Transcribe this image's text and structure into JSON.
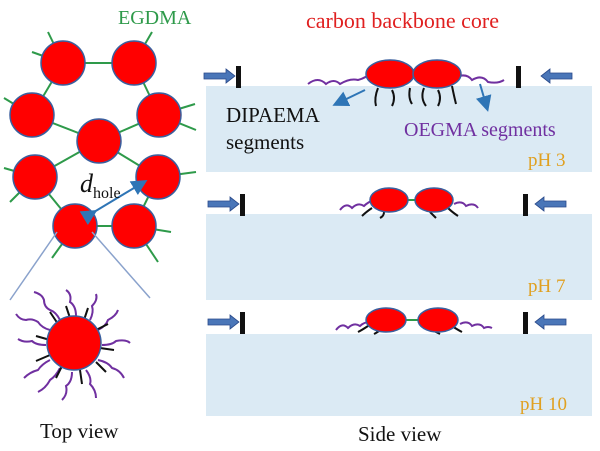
{
  "labels": {
    "egdma": "EGDMA",
    "carbon_core": "carbon backbone core",
    "dipaema_line1": "DIPAEMA",
    "dipaema_line2": "segments",
    "oegma": "OEGMA segments",
    "d_symbol": "d",
    "d_subscript": "hole",
    "top_view": "Top view",
    "side_view": "Side view"
  },
  "panels": [
    {
      "ph_label": "pH 3"
    },
    {
      "ph_label": "pH 7"
    },
    {
      "ph_label": "pH 10"
    }
  ],
  "colors": {
    "particle_fill": "#ff0000",
    "particle_stroke": "#3a5f9e",
    "crosslink": "#2e9a4a",
    "oegma_chain": "#7030a0",
    "dipaema_chain": "#111111",
    "water": "#dbeaf4",
    "arrow": "#4a76b8",
    "pointer_arrow": "#2e75b6",
    "ph_text": "#e0a020",
    "title_red": "#e02020",
    "egdma_text": "#2e9a4a",
    "oegma_text": "#7030a0",
    "zoom_line": "#8aa2cc"
  },
  "icons": [
    "barrier-bar",
    "compression-arrow",
    "pointer-arrow"
  ]
}
